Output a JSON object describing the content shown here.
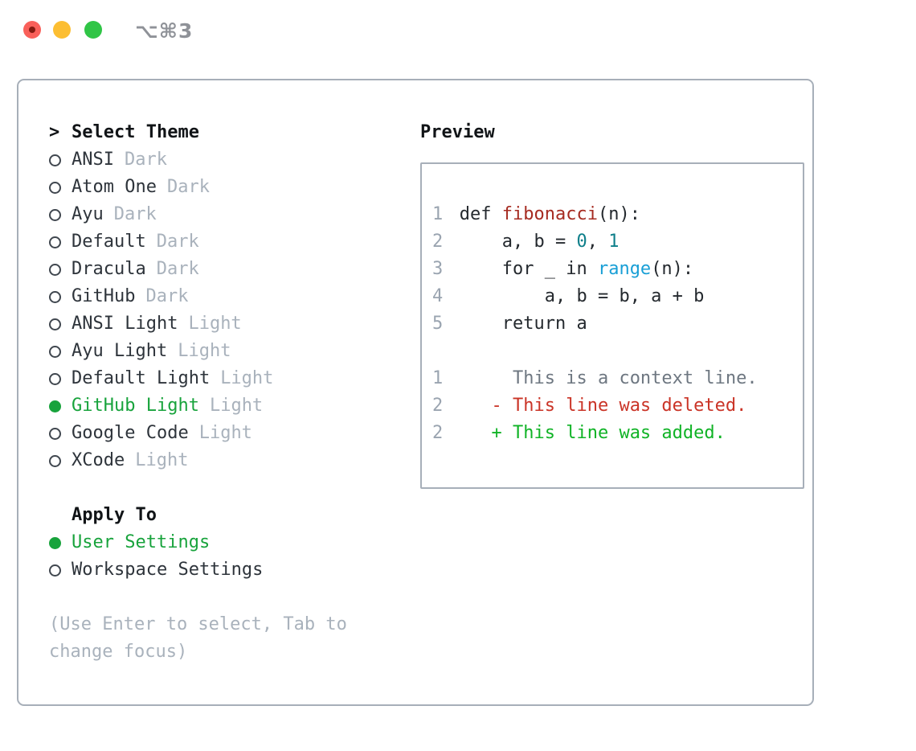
{
  "window": {
    "shortcut": "⌥⌘3",
    "traffic_lights": [
      "close",
      "minimize",
      "zoom"
    ]
  },
  "colors": {
    "accent_green": "#18a33c",
    "function_red": "#a62b21",
    "number_teal": "#0e7f8a",
    "builtin_blue": "#199fd6",
    "deleted_red": "#ca3427",
    "added_green": "#10b326",
    "context_gray": "#6e7781",
    "muted_gray": "#a9b2bc",
    "border_gray": "#a7afb9"
  },
  "left": {
    "prompt": ">",
    "title": "Select Theme",
    "themes": [
      {
        "name": "ANSI",
        "tag": "Dark",
        "selected": false
      },
      {
        "name": "Atom One",
        "tag": "Dark",
        "selected": false
      },
      {
        "name": "Ayu",
        "tag": "Dark",
        "selected": false
      },
      {
        "name": "Default",
        "tag": "Dark",
        "selected": false
      },
      {
        "name": "Dracula",
        "tag": "Dark",
        "selected": false
      },
      {
        "name": "GitHub",
        "tag": "Dark",
        "selected": false
      },
      {
        "name": "ANSI Light",
        "tag": "Light",
        "selected": false
      },
      {
        "name": "Ayu Light",
        "tag": "Light",
        "selected": false
      },
      {
        "name": "Default Light",
        "tag": "Light",
        "selected": false
      },
      {
        "name": "GitHub Light",
        "tag": "Light",
        "selected": true
      },
      {
        "name": "Google Code",
        "tag": "Light",
        "selected": false
      },
      {
        "name": "XCode",
        "tag": "Light",
        "selected": false
      }
    ],
    "apply": {
      "title": "Apply To",
      "options": [
        {
          "name": "User Settings",
          "selected": true
        },
        {
          "name": "Workspace Settings",
          "selected": false
        }
      ]
    },
    "help_lines": [
      "(Use Enter to select, Tab to",
      "change focus)"
    ]
  },
  "preview": {
    "title": "Preview",
    "lines": [
      {
        "num": "1",
        "tokens": [
          {
            "text": "def ",
            "color": "fg"
          },
          {
            "text": "fibonacci",
            "color": "func"
          },
          {
            "text": "(n):",
            "color": "fg"
          }
        ]
      },
      {
        "num": "2",
        "tokens": [
          {
            "text": "    a, b = ",
            "color": "fg"
          },
          {
            "text": "0",
            "color": "num"
          },
          {
            "text": ", ",
            "color": "fg"
          },
          {
            "text": "1",
            "color": "num"
          }
        ]
      },
      {
        "num": "3",
        "tokens": [
          {
            "text": "    for _ in ",
            "color": "fg"
          },
          {
            "text": "range",
            "color": "builtin"
          },
          {
            "text": "(n):",
            "color": "fg"
          }
        ]
      },
      {
        "num": "4",
        "tokens": [
          {
            "text": "        a, b = b, a + b",
            "color": "fg"
          }
        ]
      },
      {
        "num": "5",
        "tokens": [
          {
            "text": "    return a",
            "color": "fg"
          }
        ]
      },
      {
        "num": "",
        "tokens": []
      },
      {
        "num": "1",
        "tokens": [
          {
            "text": "     This is a context line.",
            "color": "context"
          }
        ]
      },
      {
        "num": "2",
        "tokens": [
          {
            "text": "   - This line was deleted.",
            "color": "deleted"
          }
        ]
      },
      {
        "num": "2",
        "tokens": [
          {
            "text": "   + This line was added.",
            "color": "added"
          }
        ]
      }
    ]
  }
}
